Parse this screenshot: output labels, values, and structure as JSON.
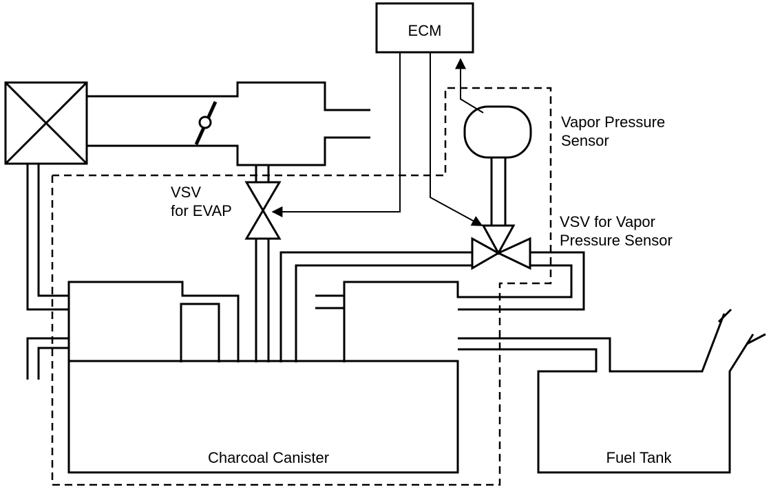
{
  "labels": {
    "ecm": "ECM",
    "vapor_pressure_sensor": [
      "Vapor Pressure",
      "Sensor"
    ],
    "vsv_evap": [
      "VSV",
      "for EVAP"
    ],
    "vsv_vapor": [
      "VSV for Vapor",
      "Pressure Sensor"
    ],
    "charcoal_canister": "Charcoal Canister",
    "fuel_tank": "Fuel Tank"
  }
}
